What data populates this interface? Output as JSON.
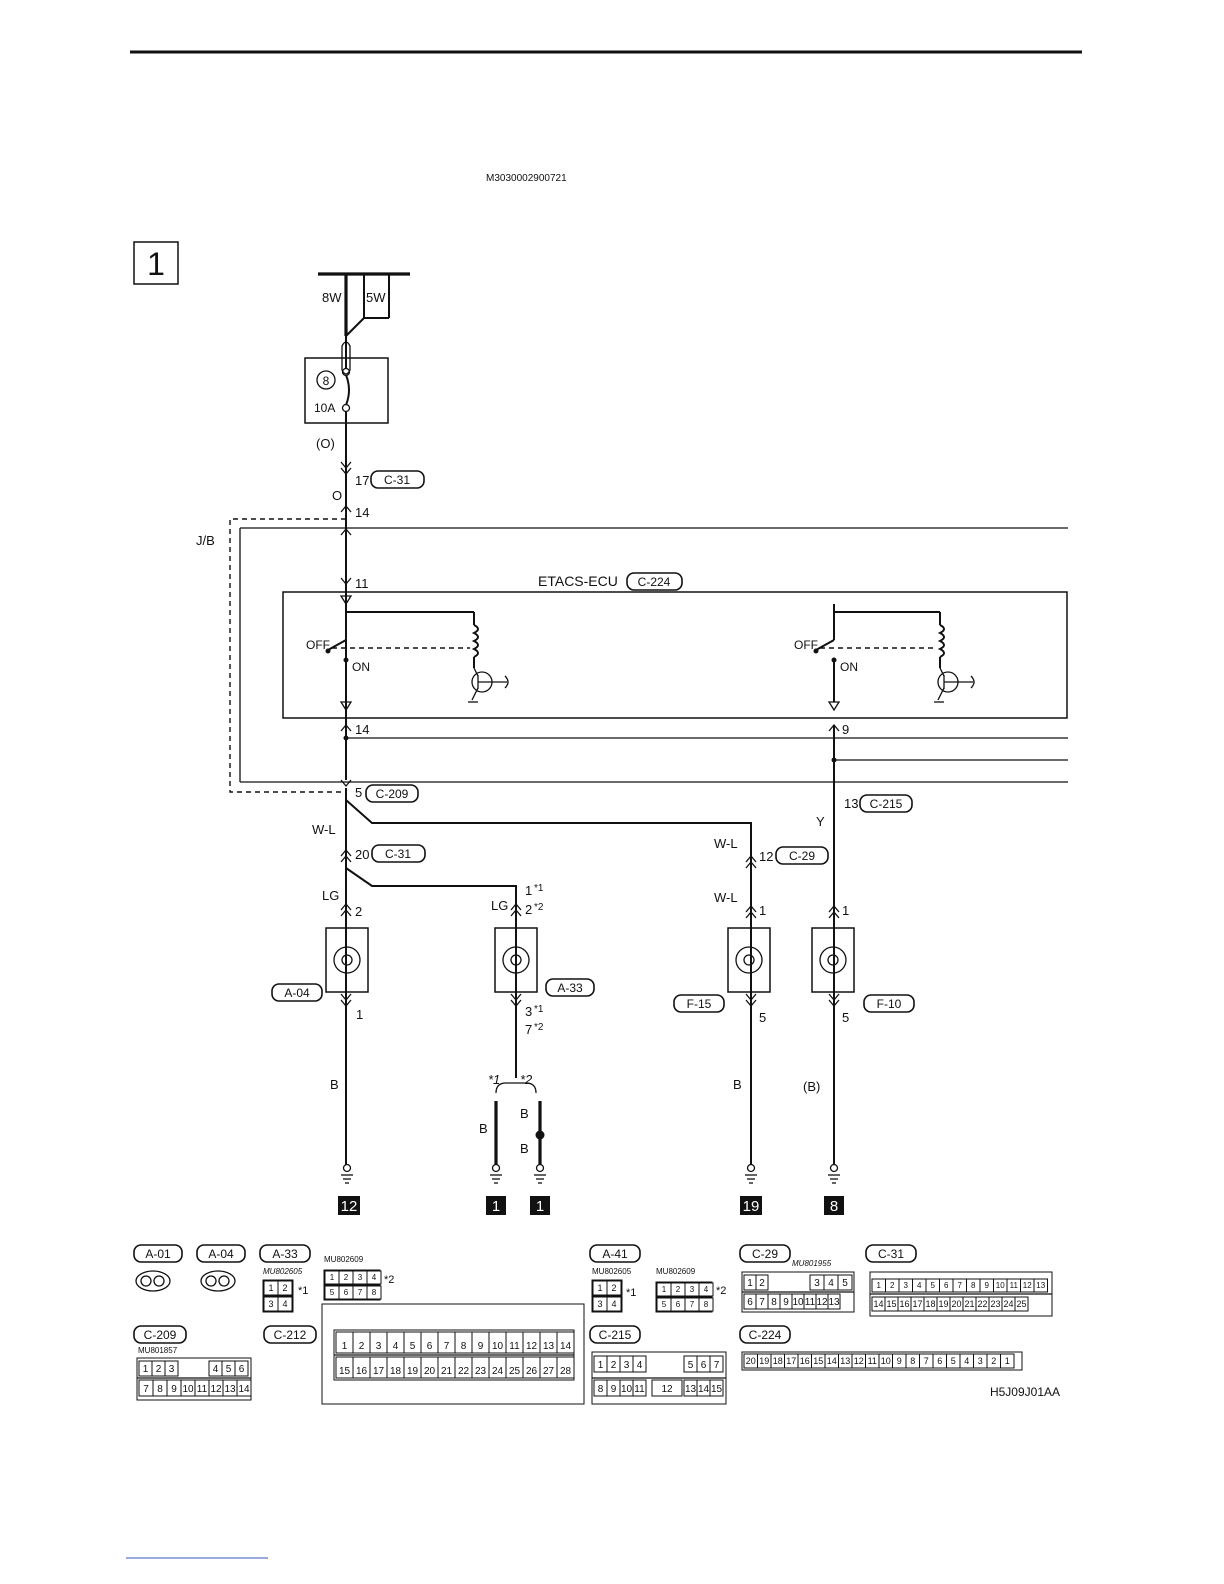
{
  "document_id": "M3030002900721",
  "figure_ref": "H5J09J01AA",
  "section_number": "1",
  "header": {
    "wire_8w": "8W",
    "wire_5w": "5W",
    "fuse_number": "8",
    "fuse_rating": "10A",
    "fuse_wire_note": "(O)"
  },
  "junction_block": {
    "label": "J/B",
    "wire_color_o": "O",
    "c31_pin": "17",
    "c31_conn": "C-31",
    "jb_in_pin": "14",
    "jb_out_pin": "5",
    "c209_conn": "C-209"
  },
  "ecu": {
    "title": "ETACS-ECU",
    "connector": "C-224",
    "pin_11": "11",
    "pin_14": "14",
    "pin_9": "9",
    "switch_off": "OFF",
    "switch_on": "ON"
  },
  "branches": {
    "wl_1": "W-L",
    "c31_20_pin": "20",
    "c31_20_conn": "C-31",
    "lg_1": "LG",
    "a04_pin2": "2",
    "lg_2": "LG",
    "a33_pin_top_1": "1",
    "a33_pin_top_2": "2",
    "star1": "*1",
    "star2": "*2",
    "wl_2": "W-L",
    "c29_pin": "12",
    "c29_conn": "C-29",
    "wl_3": "W-L",
    "f15_pin1": "1",
    "y": "Y",
    "c215_pin": "13",
    "c215_conn": "C-215",
    "f10_pin1": "1"
  },
  "lamps": {
    "a04": "A-04",
    "a04_pin1": "1",
    "a33": "A-33",
    "a33_pin_bot_1": "3",
    "a33_pin_bot_2": "7",
    "f15": "F-15",
    "f15_pin5": "5",
    "f10": "F-10",
    "f10_pin5": "5"
  },
  "grounds": {
    "b1": "B",
    "b2": "B",
    "b3": "B",
    "b4": "B",
    "b5": "(B)",
    "star1": "*1",
    "star2": "*2",
    "g12": "12",
    "g1a": "1",
    "g1b": "1",
    "g19": "19",
    "g8": "8"
  },
  "connectors": {
    "a01": "A-01",
    "a04": "A-04",
    "a33": "A-33",
    "a41": "A-41",
    "c29": "C-29",
    "c31": "C-31",
    "c209": "C-209",
    "c212": "C-212",
    "c215": "C-215",
    "c224": "C-224",
    "mu802605": "MU802605",
    "mu802609": "MU802609",
    "mu801955": "MU801955",
    "mu801857": "MU801857",
    "star1": "*1",
    "star2": "*2"
  }
}
